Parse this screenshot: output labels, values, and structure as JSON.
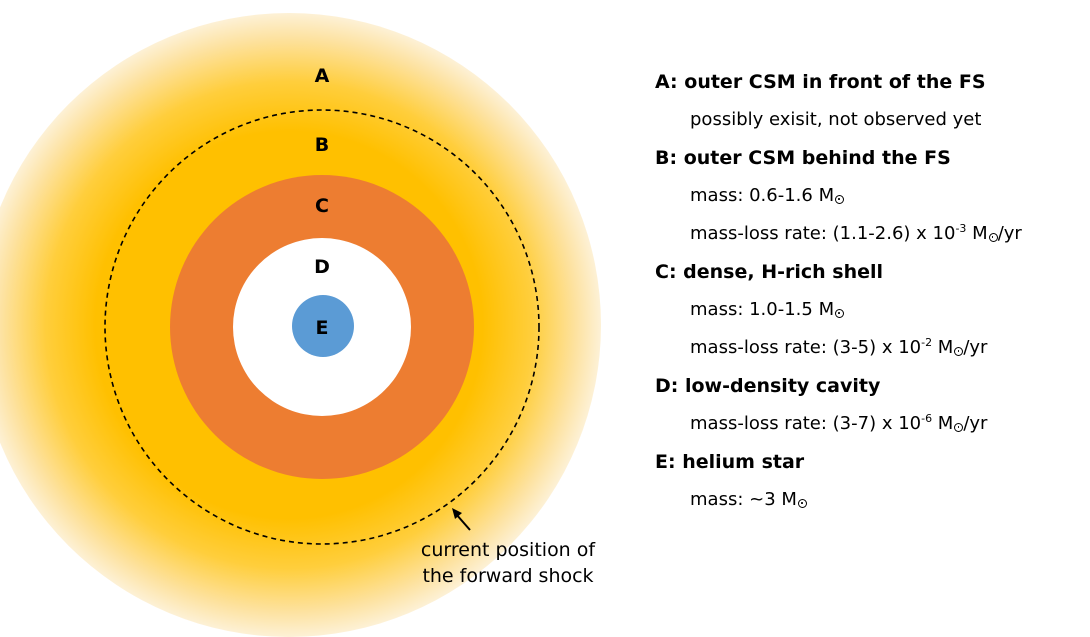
{
  "diagram": {
    "zones": [
      {
        "id": "A",
        "label": "A",
        "color": "#fcebc4"
      },
      {
        "id": "B",
        "label": "B",
        "color": "#ffc000"
      },
      {
        "id": "C",
        "label": "C",
        "color": "#ed7d31"
      },
      {
        "id": "D",
        "label": "D",
        "color": "#ffffff"
      },
      {
        "id": "E",
        "label": "E",
        "color": "#5b9bd5"
      }
    ],
    "shock_annotation": [
      "current position of",
      "the forward shock"
    ]
  },
  "legend": {
    "A": {
      "title": "A: outer CSM in front of the FS",
      "text": "possibly exisit, not observed yet"
    },
    "B": {
      "title": "B: outer CSM behind the FS",
      "mass_label": "mass: 0.6-1.6 M",
      "rate_label": "mass-loss rate: (1.1-2.6) x 10",
      "rate_exp": "-3",
      "rate_unit": " M",
      "rate_suffix": "/yr"
    },
    "C": {
      "title": "C: dense, H-rich shell",
      "mass_label": "mass: 1.0-1.5 M",
      "rate_label": "mass-loss rate: (3-5) x 10",
      "rate_exp": "-2",
      "rate_unit": " M",
      "rate_suffix": "/yr"
    },
    "D": {
      "title": "D: low-density cavity",
      "rate_label": "mass-loss rate: (3-7) x 10",
      "rate_exp": "-6",
      "rate_unit": " M",
      "rate_suffix": "/yr"
    },
    "E": {
      "title": "E: helium star",
      "mass_label": "mass: ~3 M"
    }
  }
}
